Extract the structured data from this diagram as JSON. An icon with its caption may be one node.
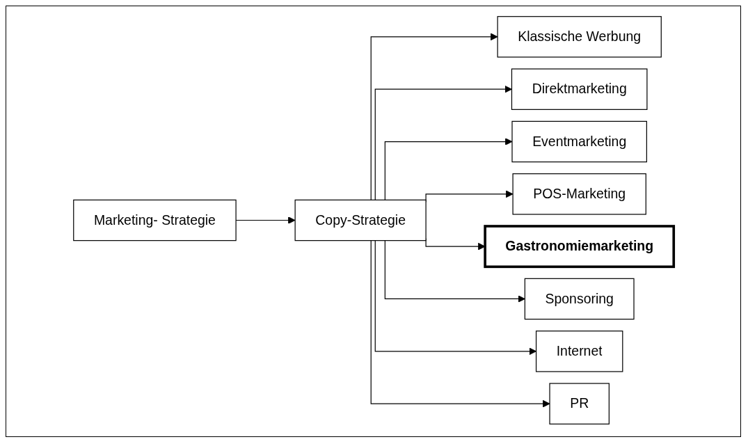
{
  "diagram": {
    "nodes": [
      {
        "text": [
          "Marketing- Strategie"
        ]
      },
      {
        "text": [
          "Copy-Strategie"
        ]
      },
      {
        "text": [
          "Klassische Werbung"
        ]
      },
      {
        "text": [
          "Direktmarketing"
        ]
      },
      {
        "text": [
          "Eventmarketing"
        ]
      },
      {
        "text": [
          "POS-Marketing"
        ]
      },
      {
        "text": [
          "Gastronomiemarketing"
        ]
      },
      {
        "text": [
          "Sponsoring"
        ]
      },
      {
        "text": [
          "Internet"
        ]
      },
      {
        "text": [
          "PR"
        ]
      }
    ],
    "edges": [
      {
        "from": 0,
        "to": 1,
        "arrow": "to"
      },
      {
        "from": 1,
        "to": 2,
        "arrow": "to"
      },
      {
        "from": 1,
        "to": 3,
        "arrow": "to"
      },
      {
        "from": 1,
        "to": 4,
        "arrow": "to"
      },
      {
        "from": 1,
        "to": 5,
        "arrow": "to"
      },
      {
        "from": 1,
        "to": 6,
        "arrow": "to"
      },
      {
        "from": 1,
        "to": 7,
        "arrow": "to"
      },
      {
        "from": 1,
        "to": 8,
        "arrow": "to"
      },
      {
        "from": 1,
        "to": 9,
        "arrow": "to"
      }
    ]
  }
}
